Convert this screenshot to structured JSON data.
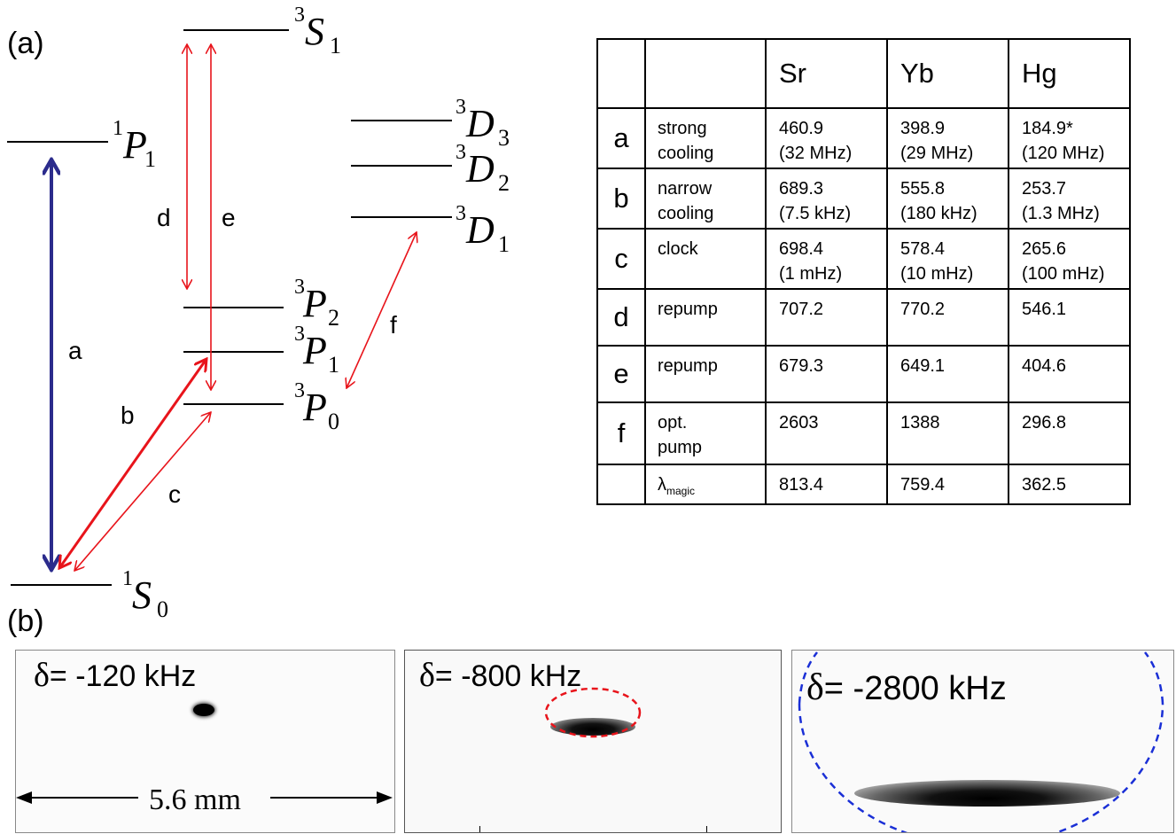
{
  "panel_a": {
    "label": "(a)",
    "levels": {
      "S1": {
        "sup": "3",
        "letter": "S",
        "sub": "1"
      },
      "P1_singlet": {
        "sup": "1",
        "letter": "P",
        "sub": "1"
      },
      "D3": {
        "sup": "3",
        "letter": "D",
        "sub": "3"
      },
      "D2": {
        "sup": "3",
        "letter": "D",
        "sub": "2"
      },
      "D1": {
        "sup": "3",
        "letter": "D",
        "sub": "1"
      },
      "P2": {
        "sup": "3",
        "letter": "P",
        "sub": "2"
      },
      "P1": {
        "sup": "3",
        "letter": "P",
        "sub": "1"
      },
      "P0": {
        "sup": "3",
        "letter": "P",
        "sub": "0"
      },
      "S0": {
        "sup": "1",
        "letter": "S",
        "sub": "0"
      }
    },
    "transitions": {
      "a": "a",
      "b": "b",
      "c": "c",
      "d": "d",
      "e": "e",
      "f": "f"
    },
    "colors": {
      "strong": "#2b2b8c",
      "red": "#e8141b"
    }
  },
  "table": {
    "headers": [
      "",
      "",
      "Sr",
      "Yb",
      "Hg"
    ],
    "rows": [
      {
        "key": "a",
        "name": "strong\ncooling",
        "sr": "460.9\n(32 MHz)",
        "yb": "398.9\n(29 MHz)",
        "hg": "184.9*\n(120 MHz)"
      },
      {
        "key": "b",
        "name": "narrow\ncooling",
        "sr": "689.3\n(7.5 kHz)",
        "yb": "555.8\n(180 kHz)",
        "hg": "253.7\n(1.3 MHz)"
      },
      {
        "key": "c",
        "name": "clock",
        "sr": "698.4\n(1 mHz)",
        "yb": "578.4\n(10 mHz)",
        "hg": "265.6\n(100 mHz)"
      },
      {
        "key": "d",
        "name": "repump",
        "sr": "707.2",
        "yb": "770.2",
        "hg": "546.1"
      },
      {
        "key": "e",
        "name": "repump",
        "sr": "679.3",
        "yb": "649.1",
        "hg": "404.6"
      },
      {
        "key": "f",
        "name": "opt.\npump",
        "sr": "2603",
        "yb": "1388",
        "hg": "296.8"
      }
    ],
    "magic_row": {
      "key": "",
      "name_main": "λ",
      "name_sub": "magic",
      "sr": "813.4",
      "yb": "759.4",
      "hg": "362.5"
    }
  },
  "panel_b": {
    "label": "(b)",
    "images": [
      {
        "delta": "δ",
        "text": "= -120 kHz"
      },
      {
        "delta": "δ",
        "text": "= -800 kHz"
      },
      {
        "delta": "δ",
        "text": "= -2800 kHz"
      }
    ],
    "scale_label": "5.6 mm",
    "colors": {
      "fit_red": "#e8141b",
      "fit_blue": "#1a2fd6"
    }
  }
}
